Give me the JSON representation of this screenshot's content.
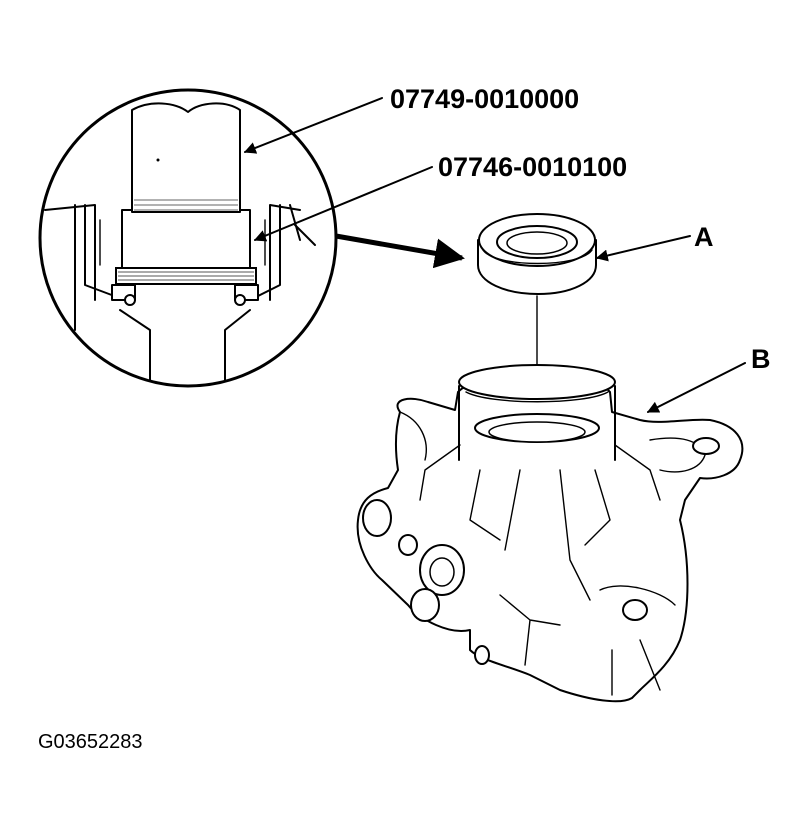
{
  "callouts": {
    "tool_upper": "07749-0010000",
    "tool_lower": "07746-0010100",
    "part_a": "A",
    "part_b": "B"
  },
  "figure_code": "G03652283",
  "colors": {
    "ink": "#000000",
    "paper": "#ffffff"
  }
}
